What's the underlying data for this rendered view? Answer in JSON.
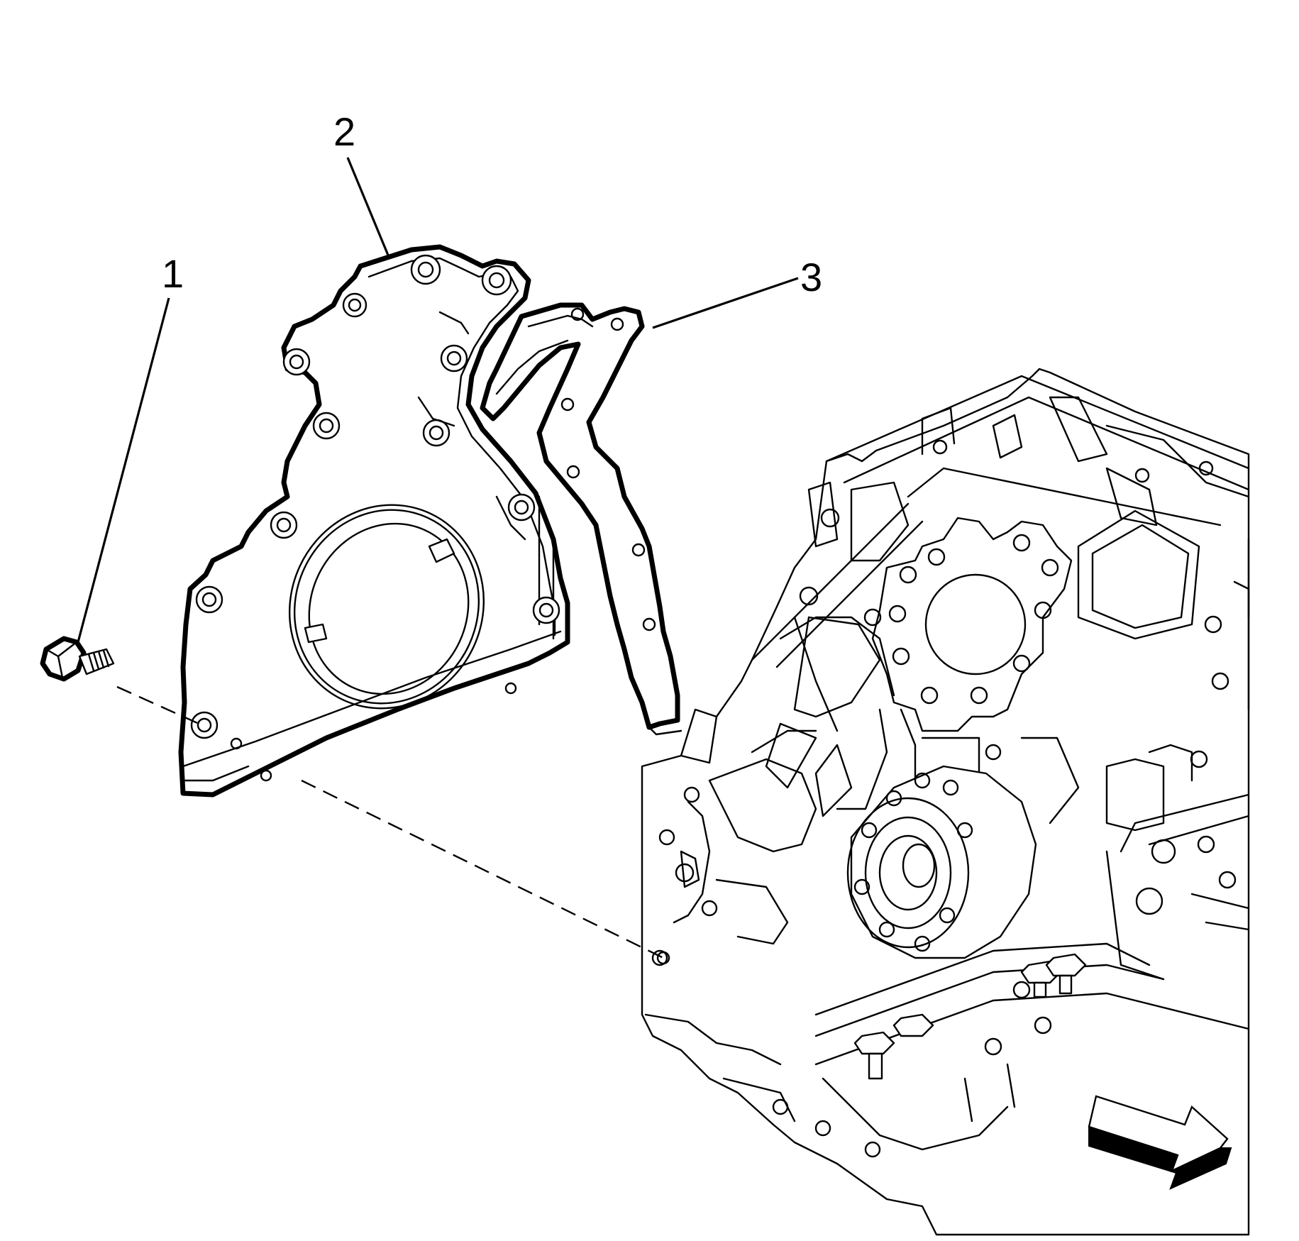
{
  "callouts": [
    {
      "id": "1",
      "label": "1"
    },
    {
      "id": "2",
      "label": "2"
    },
    {
      "id": "3",
      "label": "3"
    }
  ],
  "parts": {
    "bolt": "bolt",
    "front_cover": "front-cover",
    "gasket": "gasket",
    "engine_block": "engine-block"
  },
  "direction_arrow_icon": "front-direction-arrow-icon"
}
